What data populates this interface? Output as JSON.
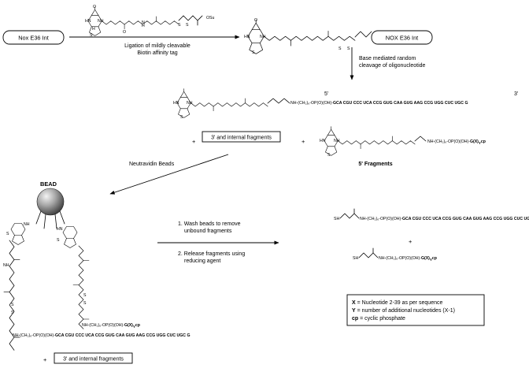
{
  "reactant_box": "Nox E36 Int",
  "product_box": "NOX E36 Int",
  "reagent_ester_label": "OSu",
  "step1_line1": "Ligation of mildly cleavable",
  "step1_line2": "Biotin affinity tag",
  "step2_line1": "Base mediated random",
  "step2_line2": "cleavage of oligonucleotide",
  "five_prime": "5'",
  "three_prime": "3'",
  "long_chain_text": "NH-(CH₂)₆-OP(O)(OH)-",
  "full_sequence": "GCA CGU CCC UCA CCG GUG CAA GUG AAG CCG UGG CUC UGC G",
  "short_chain_text": "NH-(CH₂)₆-OP(O)(OH)-",
  "short_sequence": "G(X)",
  "y_subscript": "Y",
  "cp_suffix": "cp",
  "plus": "+",
  "fragments_box": "3' and internal fragments",
  "five_prime_fragments": "5' Fragments",
  "neutravidin": "Neutravidin Beads",
  "bead": "BEAD",
  "wash_step": [
    "1. Wash beads to remove",
    "unbound fragments"
  ],
  "release_step": [
    "2. Release fragments using",
    "reducing agent"
  ],
  "thiol_label": "SH",
  "atom_labels": {
    "hn": "HN",
    "nh": "NH",
    "o": "O",
    "s": "S",
    "h": "H",
    "n": "N"
  },
  "legend": {
    "x_key": "X",
    "x_text": " = Nucleotide 2-39 as per sequence",
    "y_key": "Y",
    "y_text": " = number of additional nucleotides (X-1)",
    "cp_key": "cp",
    "cp_text": " = cyclic phosphate"
  },
  "bottom_box": "3' and internal fragments"
}
